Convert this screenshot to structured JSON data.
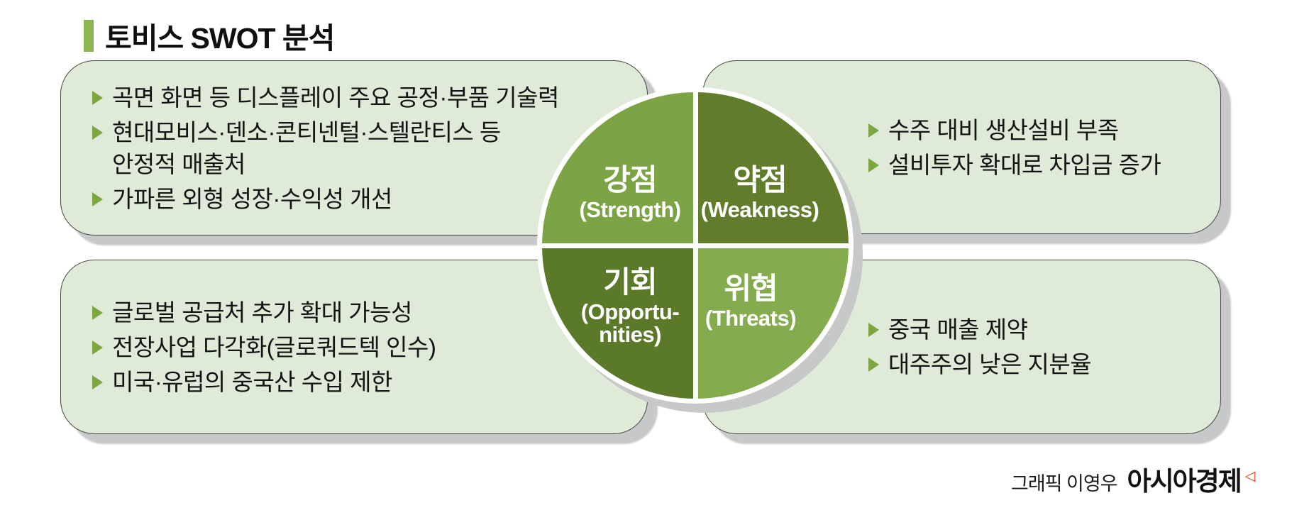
{
  "title": {
    "text": "토비스 SWOT 분석"
  },
  "swot": {
    "strength": {
      "label_ko": "강점",
      "label_en": "(Strength)",
      "color": "#7ca444",
      "items": [
        "곡면 화면 등 디스플레이 주요 공정·부품 기술력",
        "현대모비스·덴소·콘티넨털·스텔란티스 등\n안정적 매출처",
        "가파른 외형 성장·수익성 개선"
      ]
    },
    "weakness": {
      "label_ko": "약점",
      "label_en": "(Weakness)",
      "color": "#617d2b",
      "items": [
        "수주 대비 생산설비 부족",
        "설비투자 확대로 차입금 증가"
      ]
    },
    "opportunities": {
      "label_ko": "기회",
      "label_en": "(Opportu-\nnities)",
      "color": "#5a7929",
      "items": [
        "글로벌 공급처 추가 확대 가능성",
        "전장사업 다각화(글로쿼드텍 인수)",
        "미국·유럽의 중국산 수입 제한"
      ]
    },
    "threats": {
      "label_ko": "위협",
      "label_en": "(Threats)",
      "color": "#84ab4d",
      "items": [
        "중국 매출 제약",
        "대주주의 낮은 지분율"
      ]
    }
  },
  "credit": {
    "prefix": "그래픽 이영우",
    "brand": "아시아경제",
    "mark": "◁"
  },
  "colors": {
    "title_bar": "#8cb553",
    "box_background": "#dfead9",
    "box_border": "#454a42",
    "bullet": "#7ca63f",
    "shadow": "#c6c8ca",
    "brand_mark": "#e8380d"
  }
}
